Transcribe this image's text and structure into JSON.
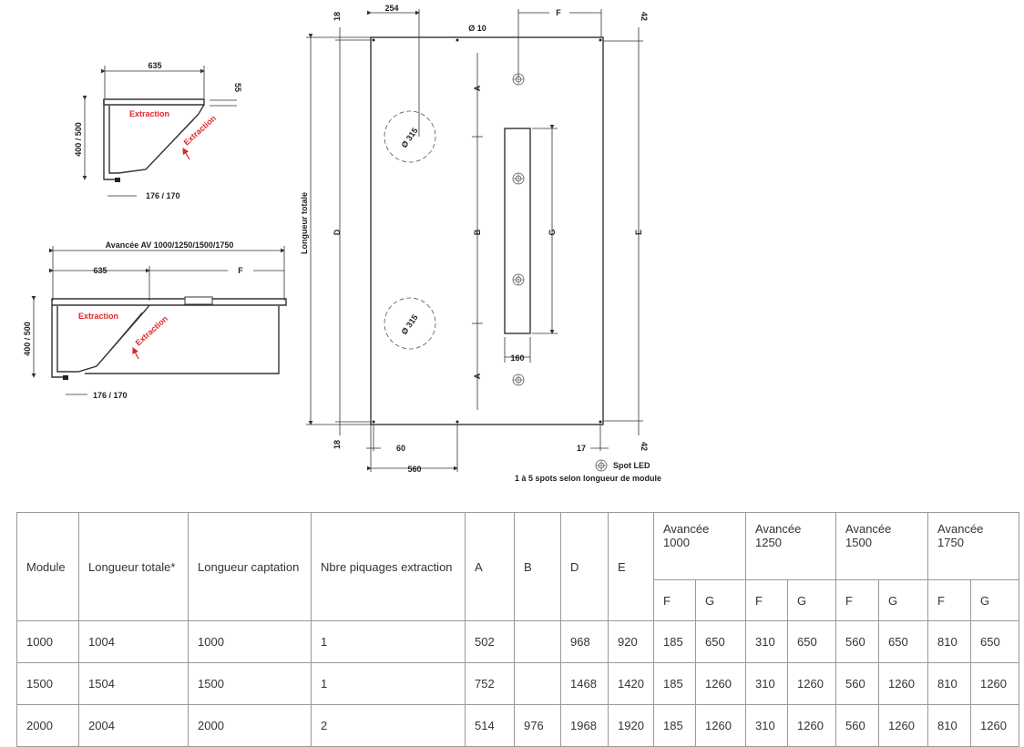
{
  "drawing": {
    "top_view": {
      "width": "635",
      "depth": "400 / 500",
      "side": "55",
      "bottom": "176 / 170",
      "extraction_label_1": "Extraction",
      "extraction_label_2": "Extraction"
    },
    "front_view": {
      "overall": "Avancée AV 1000/1250/1500/1750",
      "width": "635",
      "f": "F",
      "depth": "400 / 500",
      "bottom": "176 / 170",
      "extraction_label_1": "Extraction",
      "extraction_label_2": "Extraction"
    },
    "plan": {
      "top_18": "18",
      "bottom_18": "18",
      "d254": "254",
      "d10": "Ø 10",
      "f": "F",
      "d42_top": "42",
      "d42_bottom": "42",
      "a_top": "A",
      "a_bottom": "A",
      "b": "B",
      "d": "D",
      "e": "E",
      "g": "G",
      "d315_1": "Ø 315",
      "d315_2": "Ø 315",
      "w160": "160",
      "d60": "60",
      "d560": "560",
      "d17": "17",
      "total_length": "Longueur totale",
      "legend_title": "Spot LED",
      "legend_sub": "1 à 5 spots selon longueur de module"
    }
  },
  "table": {
    "headers": {
      "module": "Module",
      "longueur_totale": "Longueur totale*",
      "longueur_captation": "Longueur captation",
      "nbre": "Nbre piquages extraction",
      "a": "A",
      "b": "B",
      "d": "D",
      "e": "E",
      "av1000": "Avancée 1000",
      "av1250": "Avancée 1250",
      "av1500": "Avancée 1500",
      "av1750": "Avancée 1750",
      "f": "F",
      "g": "G"
    },
    "rows": [
      {
        "module": "1000",
        "lt": "1004",
        "lc": "1000",
        "nb": "1",
        "a": "502",
        "b": "",
        "d": "968",
        "e": "920",
        "f1": "185",
        "g1": "650",
        "f2": "310",
        "g2": "650",
        "f3": "560",
        "g3": "650",
        "f4": "810",
        "g4": "650"
      },
      {
        "module": "1500",
        "lt": "1504",
        "lc": "1500",
        "nb": "1",
        "a": "752",
        "b": "",
        "d": "1468",
        "e": "1420",
        "f1": "185",
        "g1": "1260",
        "f2": "310",
        "g2": "1260",
        "f3": "560",
        "g3": "1260",
        "f4": "810",
        "g4": "1260"
      },
      {
        "module": "2000",
        "lt": "2004",
        "lc": "2000",
        "nb": "2",
        "a": "514",
        "b": "976",
        "d": "1968",
        "e": "1920",
        "f1": "185",
        "g1": "1260",
        "f2": "310",
        "g2": "1260",
        "f3": "560",
        "g3": "1260",
        "f4": "810",
        "g4": "1260"
      }
    ]
  }
}
